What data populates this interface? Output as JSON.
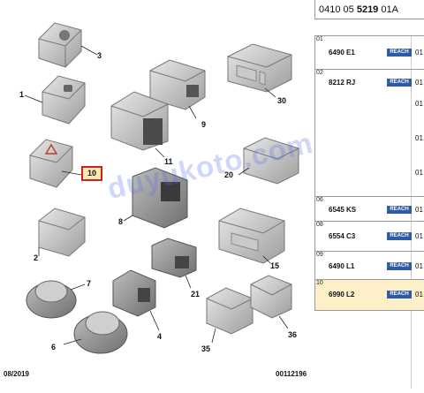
{
  "header": {
    "prefix": "0410 05",
    "bold": "5219",
    "suffix": "01A"
  },
  "diagram": {
    "callouts": {
      "c1": "1",
      "c2": "2",
      "c3": "3",
      "c4": "4",
      "c6": "6",
      "c7": "7",
      "c8": "8",
      "c9": "9",
      "c10": "10",
      "c11": "11",
      "c15": "15",
      "c20": "20",
      "c21": "21",
      "c30": "30",
      "c35": "35",
      "c36": "36"
    },
    "footer_left": "08/2019",
    "footer_right": "00112196",
    "watermark": "duyukoto.com"
  },
  "parts": {
    "r1": {
      "index": "01",
      "ref": "6490 E1",
      "badge": "REACH",
      "qty": "01"
    },
    "r2": {
      "index": "02",
      "ref": "8212 RJ",
      "badge": "REACH",
      "qty": [
        "01",
        "01",
        "01",
        "01"
      ]
    },
    "r3": {
      "index": "06",
      "ref": "6545 KS",
      "badge": "REACH",
      "qty": "01"
    },
    "r4": {
      "index": "08",
      "ref": "6554 C3",
      "badge": "REACH",
      "qty": "01"
    },
    "r5": {
      "index": "09",
      "ref": "6490 L1",
      "badge": "REACH",
      "qty": "01"
    },
    "r6": {
      "index": "10",
      "ref": "6990 L2",
      "badge": "REACH",
      "qty": "01"
    }
  },
  "colors": {
    "highlight_border": "#d21f1f",
    "highlight_fill": "#fdf0c8",
    "badge": "#2f5aa8"
  },
  "icons": {
    "part3": "camera-switch-icon",
    "part1": "lock-switch-icon",
    "part10": "hazard-triangle-icon",
    "part9": "no-parking-sensor-icon",
    "part11": "park-off-switch-icon"
  }
}
